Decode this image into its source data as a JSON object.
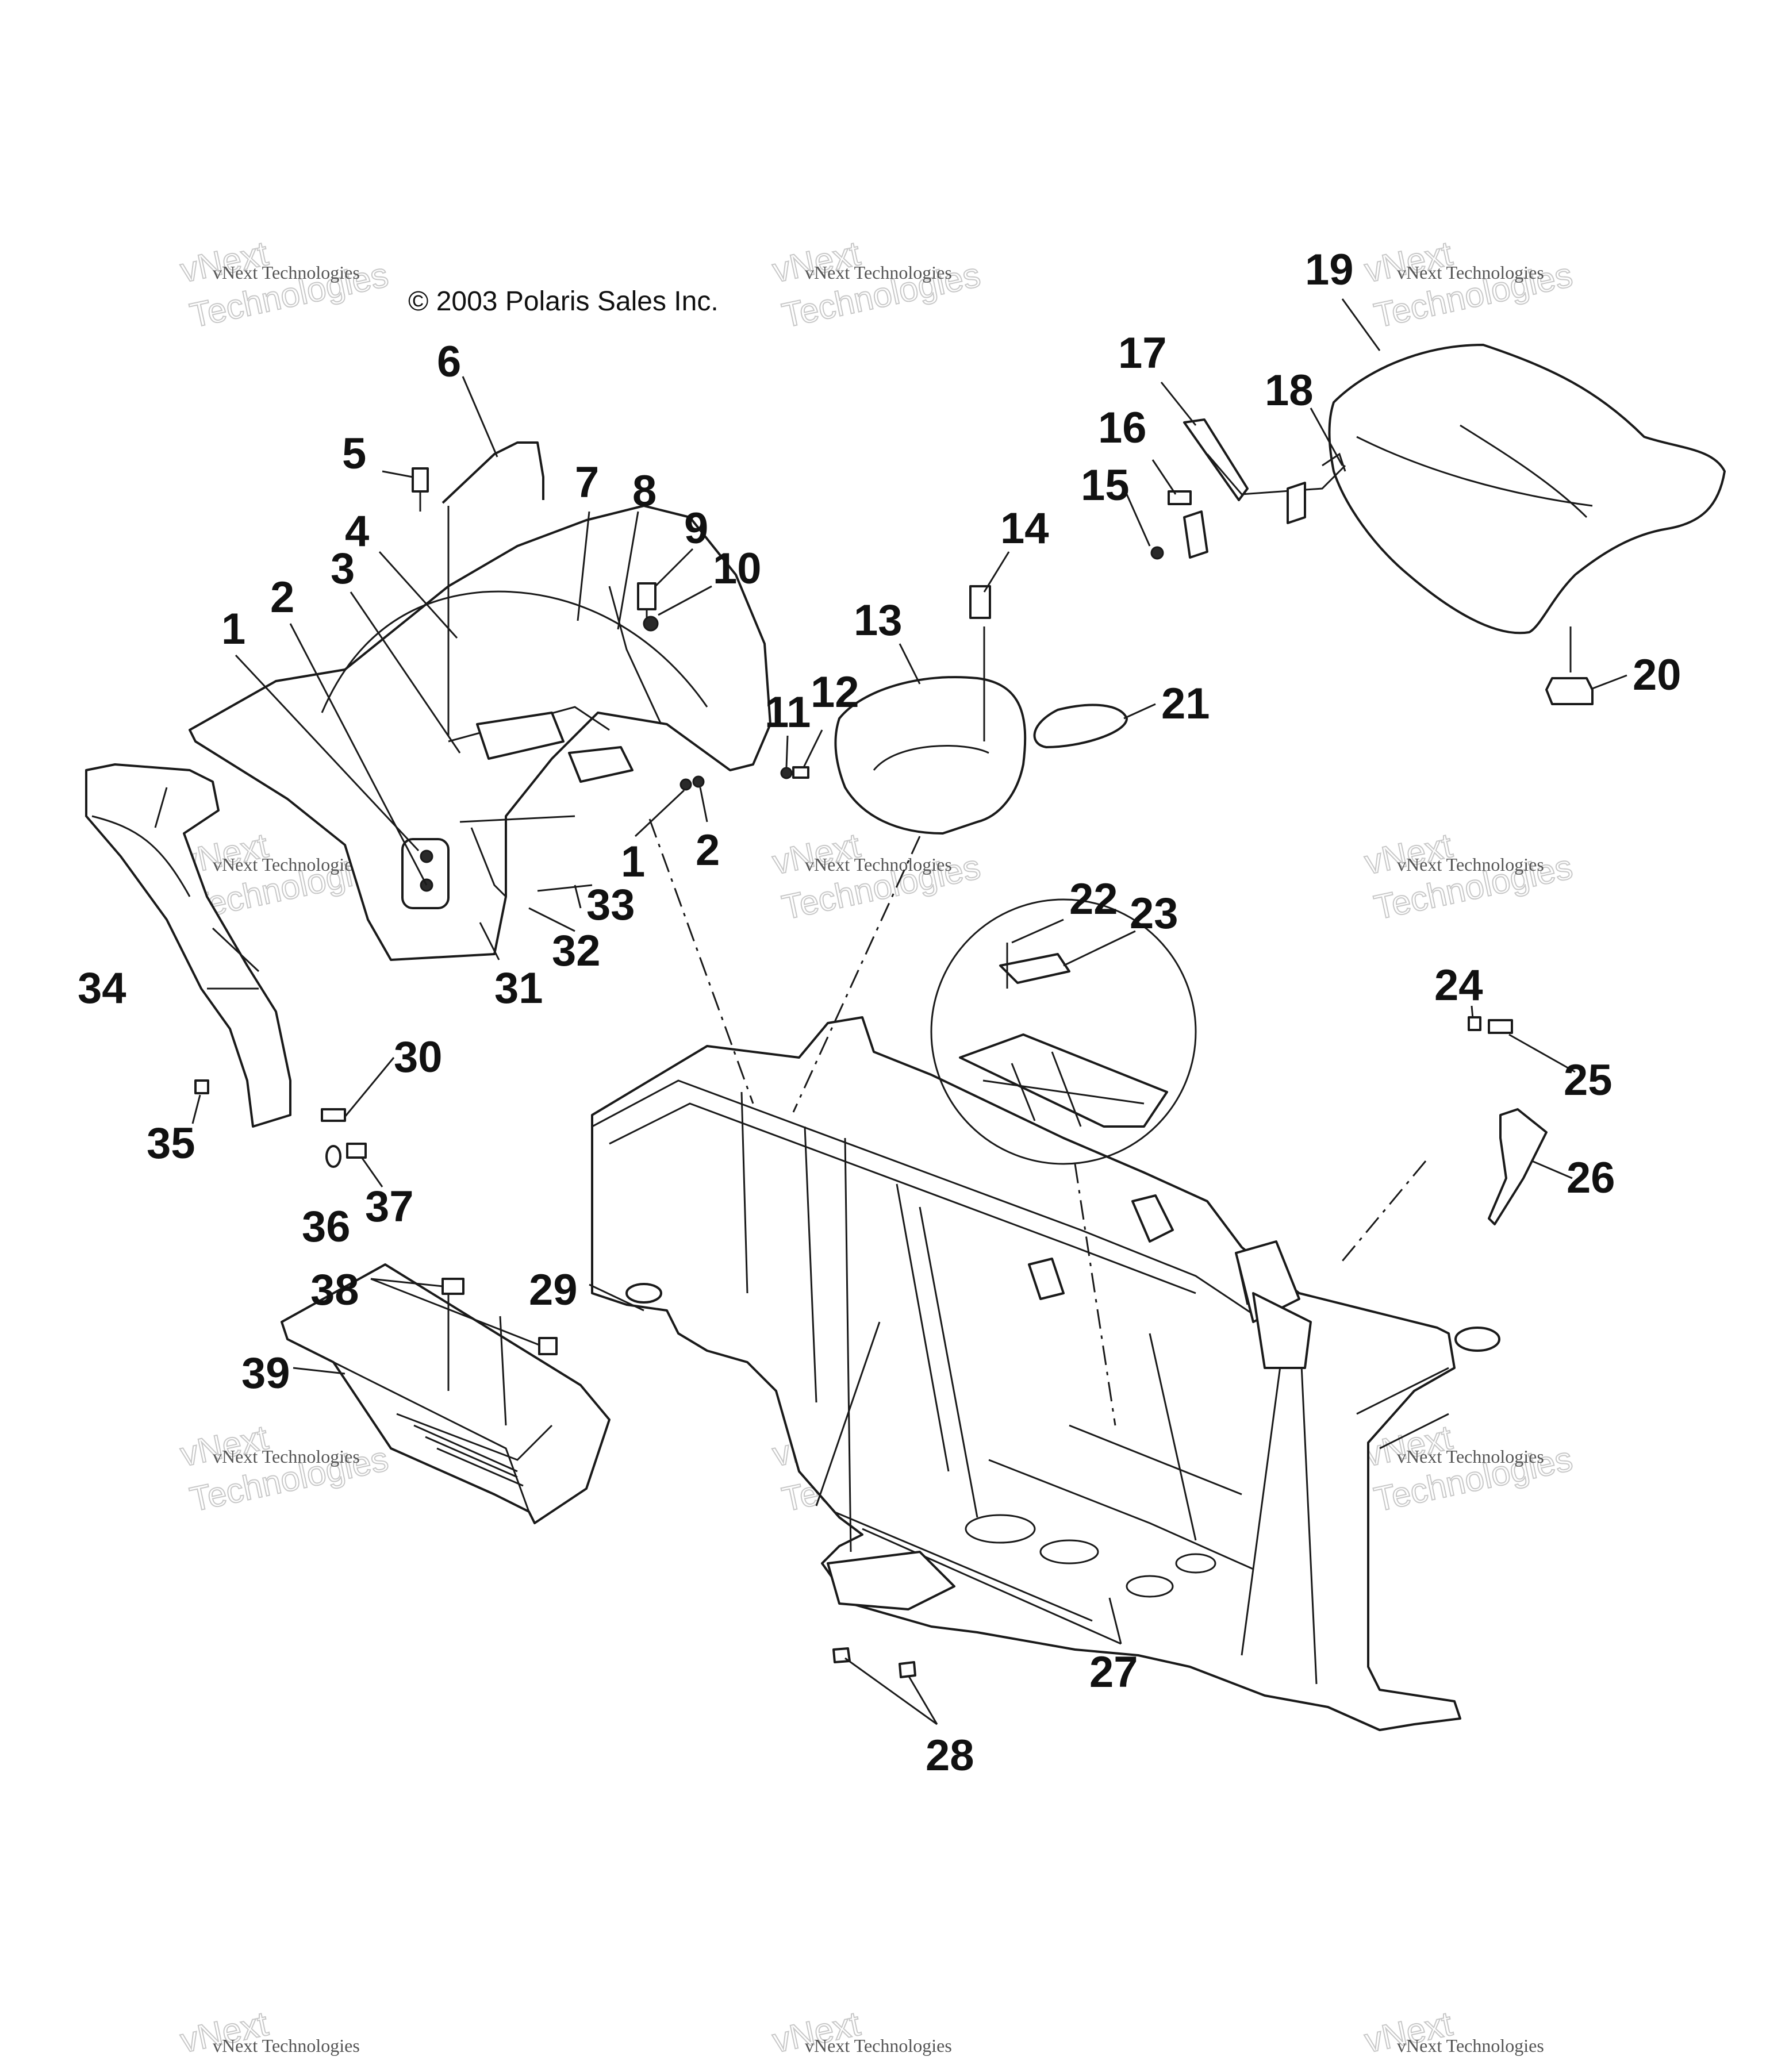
{
  "copyright": "© 2003 Polaris Sales Inc.",
  "watermark": {
    "small": "vNext Technologies",
    "big_top": "vNext",
    "big_bottom": "Technologies"
  },
  "callouts": {
    "c1a": "1",
    "c1b": "1",
    "c2a": "2",
    "c2b": "2",
    "c3": "3",
    "c4": "4",
    "c5": "5",
    "c6": "6",
    "c7": "7",
    "c8": "8",
    "c9": "9",
    "c10": "10",
    "c11": "11",
    "c12": "12",
    "c13": "13",
    "c14": "14",
    "c15": "15",
    "c16": "16",
    "c17": "17",
    "c18": "18",
    "c19": "19",
    "c20": "20",
    "c21": "21",
    "c22": "22",
    "c23": "23",
    "c24": "24",
    "c25": "25",
    "c26": "26",
    "c27": "27",
    "c28": "28",
    "c29": "29",
    "c30": "30",
    "c31": "31",
    "c32": "32",
    "c33": "33",
    "c34": "34",
    "c35": "35",
    "c36": "36",
    "c37": "37",
    "c38": "38",
    "c39": "39"
  },
  "colors": {
    "ink": "#1a1a1a",
    "background": "#ffffff",
    "watermark": "#c8c8c8"
  }
}
